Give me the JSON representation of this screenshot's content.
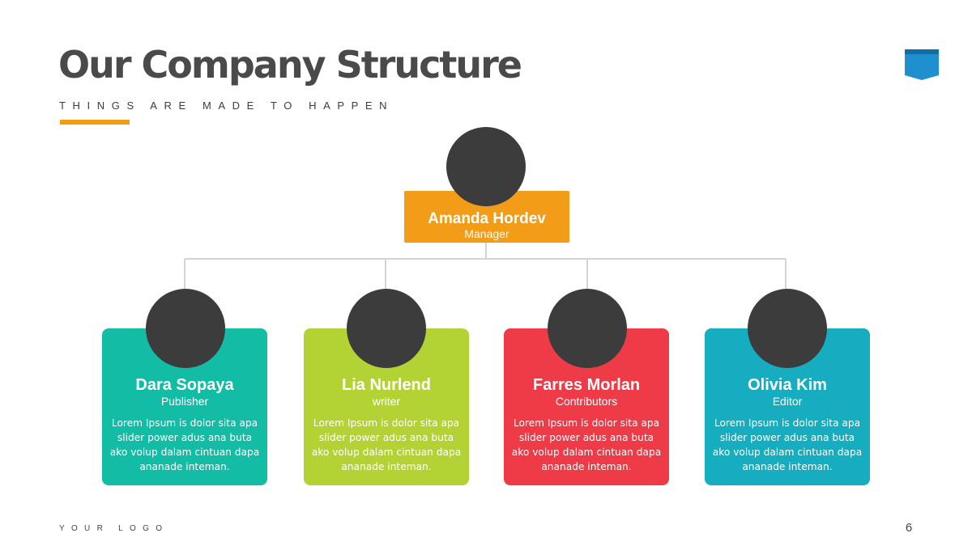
{
  "header": {
    "title": "Our Company Structure",
    "subtitle": "THINGS ARE MADE TO HAPPEN",
    "accent_color": "#f39c12",
    "badge_color": "#1e8fcf"
  },
  "manager": {
    "name": "Amanda Hordev",
    "role": "Manager",
    "color": "#f39c18"
  },
  "members": [
    {
      "name": "Dara Sopaya",
      "role": "Publisher",
      "description": "Lorem Ipsum is dolor sita apa slider power adus ana buta ako volup dalam cintuan dapa ananade inteman.",
      "color": "#13bca5"
    },
    {
      "name": "Lia Nurlend",
      "role": "writer",
      "description": "Lorem Ipsum is dolor sita apa slider power adus ana buta ako volup dalam cintuan dapa ananade inteman.",
      "color": "#b3d334"
    },
    {
      "name": "Farres Morlan",
      "role": "Contributors",
      "description": "Lorem Ipsum is dolor sita apa slider power adus ana buta ako volup dalam cintuan dapa ananade inteman.",
      "color": "#ee3b47"
    },
    {
      "name": "Olivia Kim",
      "role": "Editor",
      "description": "Lorem Ipsum is dolor sita apa slider power adus ana buta ako volup dalam cintuan dapa ananade inteman.",
      "color": "#16adc0"
    }
  ],
  "footer": {
    "logo_text": "YOUR LOGO",
    "page_number": "6"
  }
}
